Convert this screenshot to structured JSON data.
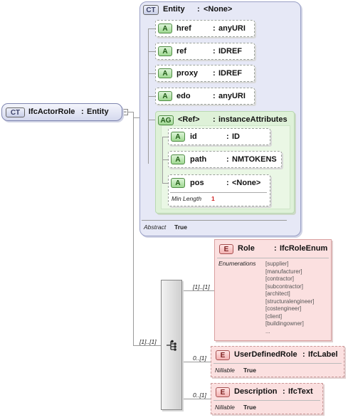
{
  "root": {
    "badge": "CT",
    "name": "IfcActorRole",
    "type": "Entity"
  },
  "entity": {
    "badge": "CT",
    "name": "Entity",
    "type": "<None>",
    "abstract_label": "Abstract",
    "abstract_value": "True",
    "attributes": [
      {
        "badge": "A",
        "name": "href",
        "type": "anyURI"
      },
      {
        "badge": "A",
        "name": "ref",
        "type": "IDREF"
      },
      {
        "badge": "A",
        "name": "proxy",
        "type": "IDREF"
      },
      {
        "badge": "A",
        "name": "edo",
        "type": "anyURI"
      }
    ],
    "group": {
      "badge": "AG",
      "name": "<Ref>",
      "type": "instanceAttributes",
      "attributes": [
        {
          "badge": "A",
          "name": "id",
          "type": "ID"
        },
        {
          "badge": "A",
          "name": "path",
          "type": "NMTOKENS"
        },
        {
          "badge": "A",
          "name": "pos",
          "type": "<None>",
          "facet_label": "Min Length",
          "facet_value": "1"
        }
      ]
    }
  },
  "sequence": {
    "multiplicity": "[1]..[1]"
  },
  "elements": [
    {
      "badge": "E",
      "name": "Role",
      "type": "IfcRoleEnum",
      "multiplicity": "[1]..[1]",
      "facet_label": "Enumerations",
      "enumerations": [
        "[supplier]",
        "[manufacturer]",
        "[contractor]",
        "[subcontractor]",
        "[architect]",
        "[structuralengineer]",
        "[costengineer]",
        "[client]",
        "[buildingowner]",
        "..."
      ]
    },
    {
      "badge": "E",
      "name": "UserDefinedRole",
      "type": "IfcLabel",
      "multiplicity": "0..[1]",
      "facet_label": "Nillable",
      "facet_value": "True"
    },
    {
      "badge": "E",
      "name": "Description",
      "type": "IfcText",
      "multiplicity": "0..[1]",
      "facet_label": "Nillable",
      "facet_value": "True"
    }
  ]
}
